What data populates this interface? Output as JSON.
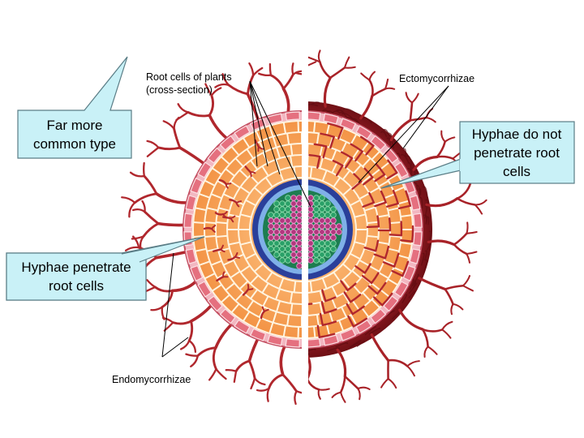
{
  "labels": {
    "root_cells_line1": "Root cells of plants",
    "root_cells_line2": "(cross-section)",
    "ectomycorrhizae": "Ectomycorrhizae",
    "endomycorrhizae": "Endomycorrhizae"
  },
  "callouts": {
    "common_type": {
      "line1": "Far more",
      "line2": "common type"
    },
    "hyphae_penetrate": {
      "line1": "Hyphae penetrate",
      "line2": "root cells"
    },
    "hyphae_not_penetrate": {
      "line1": "Hyphae do not",
      "line2": "penetrate root",
      "line3": "cells"
    }
  },
  "colors": {
    "callout_fill": "#c9f1f7",
    "callout_stroke": "#5a7d86",
    "hypha": "#b0272d",
    "hypha_dark": "#7c1418",
    "epidermis": "#e87a8c",
    "cortex_cell": "#f6a45a",
    "cortex_line": "#fff4e0",
    "endodermis": "#2a3f9a",
    "xylem": "#1f8f5a",
    "phloem": "#b2377e"
  }
}
